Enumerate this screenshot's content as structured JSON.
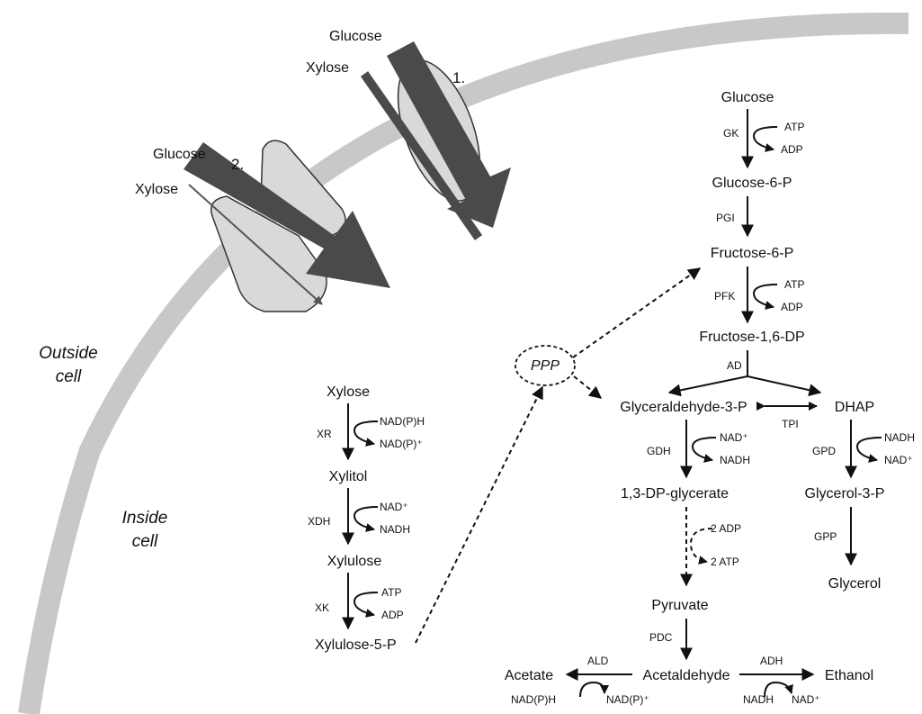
{
  "colors": {
    "membrane": "#c8c8c8",
    "transporter": "#d9d9d9",
    "flux_arrow": "#4a4a4a"
  },
  "transporters": {
    "t1": {
      "number": "1.",
      "glucose": "Glucose",
      "xylose": "Xylose"
    },
    "t2": {
      "number": "2.",
      "glucose": "Glucose",
      "xylose": "Xylose"
    }
  },
  "regions": {
    "outside": [
      "Outside",
      "cell"
    ],
    "inside": [
      "Inside",
      "cell"
    ]
  },
  "ppp": "PPP",
  "xylose_pathway": {
    "metabolites": [
      "Xylose",
      "Xylitol",
      "Xylulose",
      "Xylulose-5-P"
    ],
    "enzymes": [
      "XR",
      "XDH",
      "XK"
    ],
    "cofactors": [
      {
        "in": "NAD(P)H",
        "out": "NAD(P)⁺"
      },
      {
        "in": "NAD⁺",
        "out": "NADH"
      },
      {
        "in": "ATP",
        "out": "ADP"
      }
    ]
  },
  "glycolysis": {
    "glucose": "Glucose",
    "gk": "GK",
    "gk_in": "ATP",
    "gk_out": "ADP",
    "g6p": "Glucose-6-P",
    "pgi": "PGI",
    "f6p": "Fructose-6-P",
    "pfk": "PFK",
    "pfk_in": "ATP",
    "pfk_out": "ADP",
    "fdp": "Fructose-1,6-DP",
    "ad": "AD",
    "g3p": "Glyceraldehyde-3-P",
    "dhap": "DHAP",
    "tpi": "TPI",
    "gdh": "GDH",
    "gdh_in": "NAD⁺",
    "gdh_out": "NADH",
    "dpg": "1,3-DP-glycerate",
    "adp2": "2 ADP",
    "atp2": "2 ATP",
    "pyruvate": "Pyruvate",
    "pdc": "PDC",
    "acetaldehyde": "Acetaldehyde",
    "acetate": "Acetate",
    "ald": "ALD",
    "ald_in": "NAD(P)H",
    "ald_out": "NAD(P)⁺",
    "ethanol": "Ethanol",
    "adh": "ADH",
    "adh_in": "NADH",
    "adh_out": "NAD⁺"
  },
  "glycerol_branch": {
    "gpd": "GPD",
    "gpd_in": "NADH",
    "gpd_out": "NAD⁺",
    "g3p": "Glycerol-3-P",
    "gpp": "GPP",
    "glycerol": "Glycerol"
  }
}
